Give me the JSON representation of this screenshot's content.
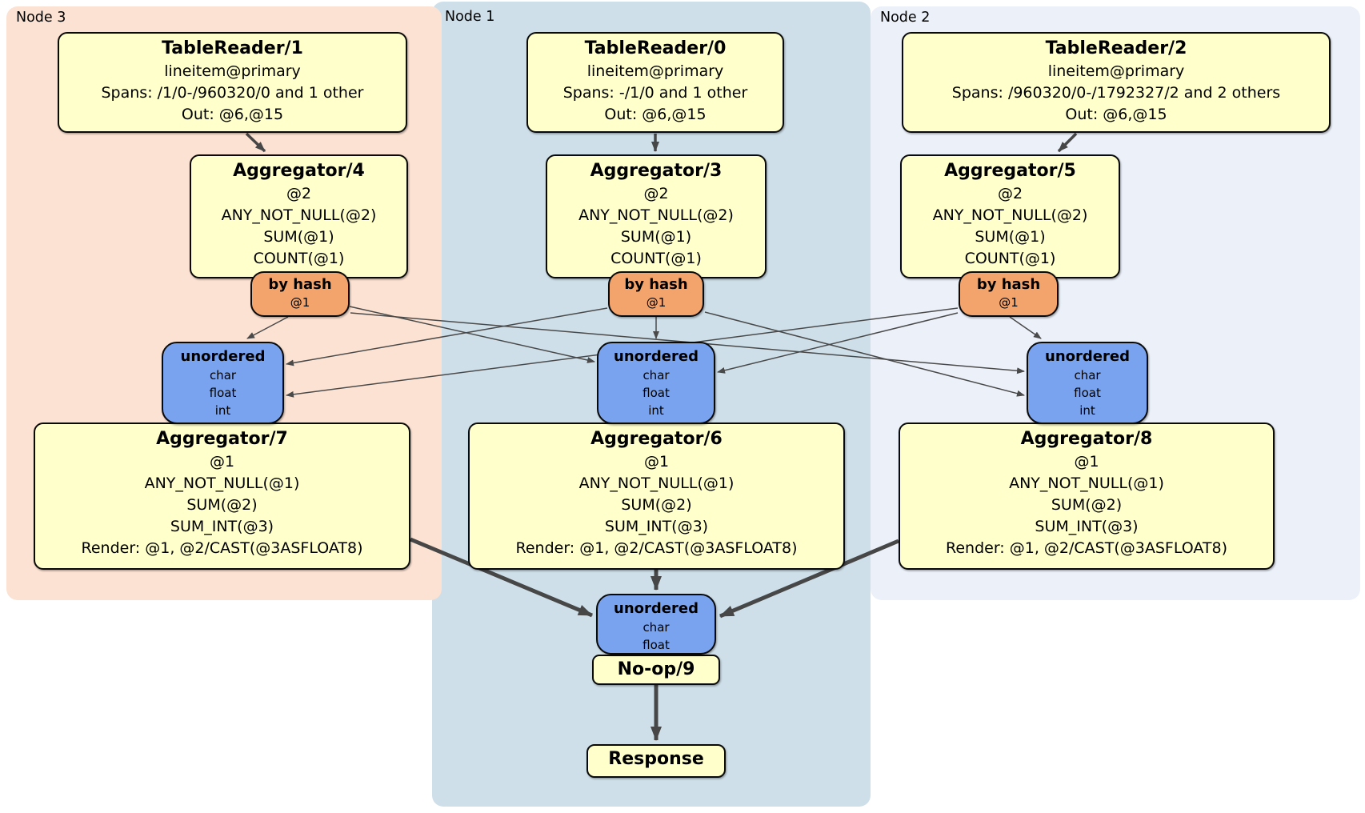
{
  "regions": {
    "node3": {
      "label": "Node 3",
      "bg": "#fce2d2"
    },
    "node1": {
      "label": "Node 1",
      "bg": "#cedfe9"
    },
    "node2": {
      "label": "Node 2",
      "bg": "#ebf0f9"
    }
  },
  "d": {
    "tr1": {
      "title": "TableReader/1",
      "l1": "lineitem@primary",
      "l2": "Spans: /1/0-/960320/0 and 1 other",
      "l3": "Out: @6,@15"
    },
    "tr0": {
      "title": "TableReader/0",
      "l1": "lineitem@primary",
      "l2": "Spans: -/1/0 and 1 other",
      "l3": "Out: @6,@15"
    },
    "tr2": {
      "title": "TableReader/2",
      "l1": "lineitem@primary",
      "l2": "Spans: /960320/0-/1792327/2 and 2 others",
      "l3": "Out: @6,@15"
    },
    "agg4": {
      "title": "Aggregator/4",
      "l1": "@2",
      "l2": "ANY_NOT_NULL(@2)",
      "l3": "SUM(@1)",
      "l4": "COUNT(@1)"
    },
    "agg3": {
      "title": "Aggregator/3",
      "l1": "@2",
      "l2": "ANY_NOT_NULL(@2)",
      "l3": "SUM(@1)",
      "l4": "COUNT(@1)"
    },
    "agg5": {
      "title": "Aggregator/5",
      "l1": "@2",
      "l2": "ANY_NOT_NULL(@2)",
      "l3": "SUM(@1)",
      "l4": "COUNT(@1)"
    },
    "hash_l": {
      "title": "by hash",
      "l1": "@1"
    },
    "hash_m": {
      "title": "by hash",
      "l1": "@1"
    },
    "hash_r": {
      "title": "by hash",
      "l1": "@1"
    },
    "uno_l": {
      "title": "unordered",
      "l1": "char",
      "l2": "float",
      "l3": "int"
    },
    "uno_m": {
      "title": "unordered",
      "l1": "char",
      "l2": "float",
      "l3": "int"
    },
    "uno_r": {
      "title": "unordered",
      "l1": "char",
      "l2": "float",
      "l3": "int"
    },
    "agg7": {
      "title": "Aggregator/7",
      "l1": "@1",
      "l2": "ANY_NOT_NULL(@1)",
      "l3": "SUM(@2)",
      "l4": "SUM_INT(@3)",
      "l5": "Render: @1, @2/CAST(@3ASFLOAT8)"
    },
    "agg6": {
      "title": "Aggregator/6",
      "l1": "@1",
      "l2": "ANY_NOT_NULL(@1)",
      "l3": "SUM(@2)",
      "l4": "SUM_INT(@3)",
      "l5": "Render: @1, @2/CAST(@3ASFLOAT8)"
    },
    "agg8": {
      "title": "Aggregator/8",
      "l1": "@1",
      "l2": "ANY_NOT_NULL(@1)",
      "l3": "SUM(@2)",
      "l4": "SUM_INT(@3)",
      "l5": "Render: @1, @2/CAST(@3ASFLOAT8)"
    },
    "uno_final": {
      "title": "unordered",
      "l1": "char",
      "l2": "float"
    },
    "noop": {
      "title": "No-op/9"
    },
    "response": {
      "title": "Response"
    }
  },
  "colors": {
    "processor_fill": "#ffffcc",
    "router_fill": "#f3a46d",
    "sync_fill": "#79a3ee",
    "box_border": "#0a0a0a",
    "edge": "#4a4a4a",
    "node3_bg": "#fce2d2",
    "node1_bg": "#cedfe9",
    "node2_bg": "#ebf0f9"
  }
}
